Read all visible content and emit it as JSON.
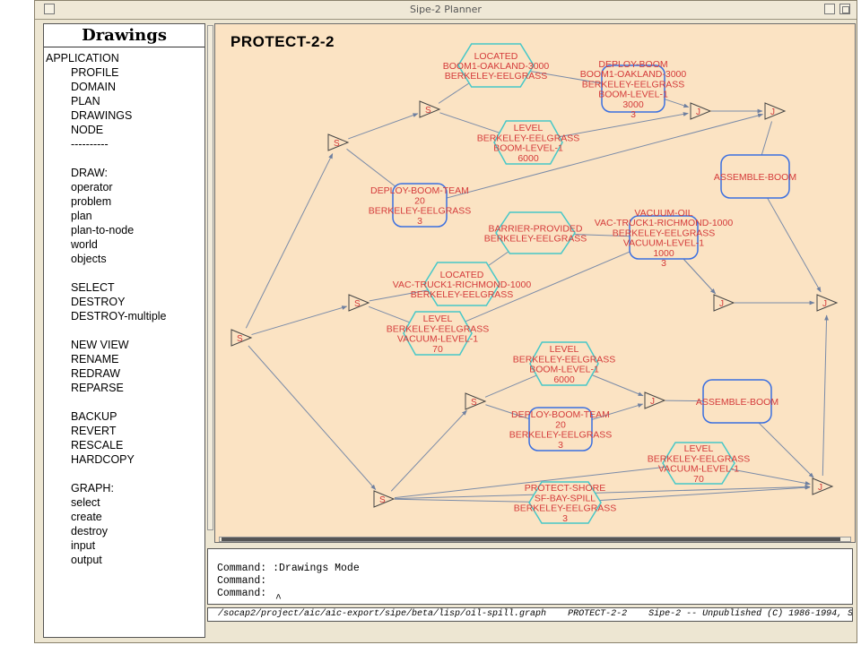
{
  "window": {
    "title": "Sipe-2 Planner"
  },
  "menu": {
    "header": "Drawings",
    "items": [
      "APPLICATION",
      "PROFILE",
      "DOMAIN",
      "PLAN",
      "DRAWINGS",
      "NODE",
      "----------",
      "DRAW:",
      "operator",
      "problem",
      "plan",
      "plan-to-node",
      "world",
      "objects",
      "SELECT",
      "DESTROY",
      "DESTROY-multiple",
      "NEW VIEW",
      "RENAME",
      "REDRAW",
      "REPARSE",
      "BACKUP",
      "REVERT",
      "RESCALE",
      "HARDCOPY",
      "GRAPH:",
      "select",
      "create",
      "destroy",
      "input",
      "output"
    ]
  },
  "graph": {
    "title": "PROTECT-2-2",
    "colors": {
      "node_text": "#d43a3a",
      "goal_border": "#46c8c8",
      "action_border": "#3b6fe0",
      "edge": "#7a8ba8",
      "connector_border": "#444444"
    },
    "connectors": [
      "S",
      "S",
      "S",
      "S",
      "S",
      "S",
      "J",
      "J",
      "J",
      "J",
      "J",
      "J"
    ],
    "goal_nodes": [
      {
        "lines": [
          "LOCATED",
          "BOOM1-OAKLAND-3000",
          "BERKELEY-EELGRASS"
        ]
      },
      {
        "lines": [
          "LEVEL",
          "BERKELEY-EELGRASS",
          "BOOM-LEVEL-1",
          "6000"
        ]
      },
      {
        "lines": [
          "BARRIER-PROVIDED",
          "BERKELEY-EELGRASS"
        ]
      },
      {
        "lines": [
          "LOCATED",
          "VAC-TRUCK1-RICHMOND-1000",
          "BERKELEY-EELGRASS"
        ]
      },
      {
        "lines": [
          "LEVEL",
          "BERKELEY-EELGRASS",
          "VACUUM-LEVEL-1",
          "70"
        ]
      },
      {
        "lines": [
          "LEVEL",
          "BERKELEY-EELGRASS",
          "BOOM-LEVEL-1",
          "6000"
        ]
      },
      {
        "lines": [
          "LEVEL",
          "BERKELEY-EELGRASS",
          "VACUUM-LEVEL-1",
          "70"
        ]
      },
      {
        "lines": [
          "PROTECT-SHORE",
          "SF-BAY-SPILL",
          "BERKELEY-EELGRASS",
          "3"
        ]
      }
    ],
    "action_nodes": [
      {
        "lines": [
          "DEPLOY-BOOM",
          "BOOM1-OAKLAND-3000",
          "BERKELEY-EELGRASS",
          "BOOM-LEVEL-1",
          "3000",
          "3"
        ]
      },
      {
        "lines": [
          "ASSEMBLE-BOOM"
        ]
      },
      {
        "lines": [
          "DEPLOY-BOOM-TEAM",
          "20",
          "BERKELEY-EELGRASS",
          "3"
        ]
      },
      {
        "lines": [
          "VACUUM-OIL",
          "VAC-TRUCK1-RICHMOND-1000",
          "BERKELEY-EELGRASS",
          "VACUUM-LEVEL-1",
          "1000",
          "3"
        ]
      },
      {
        "lines": [
          "ASSEMBLE-BOOM"
        ]
      },
      {
        "lines": [
          "DEPLOY-BOOM-TEAM",
          "20",
          "BERKELEY-EELGRASS",
          "3"
        ]
      }
    ]
  },
  "command": {
    "lines": [
      "Command: :Drawings Mode",
      "Command:",
      "Command:"
    ],
    "cursor": "^"
  },
  "status": {
    "text": " /socap2/project/aic/aic-export/sipe/beta/lisp/oil-spill.graph    PROTECT-2-2    Sipe-2 -- Unpublished (C) 1986-1994, S"
  }
}
